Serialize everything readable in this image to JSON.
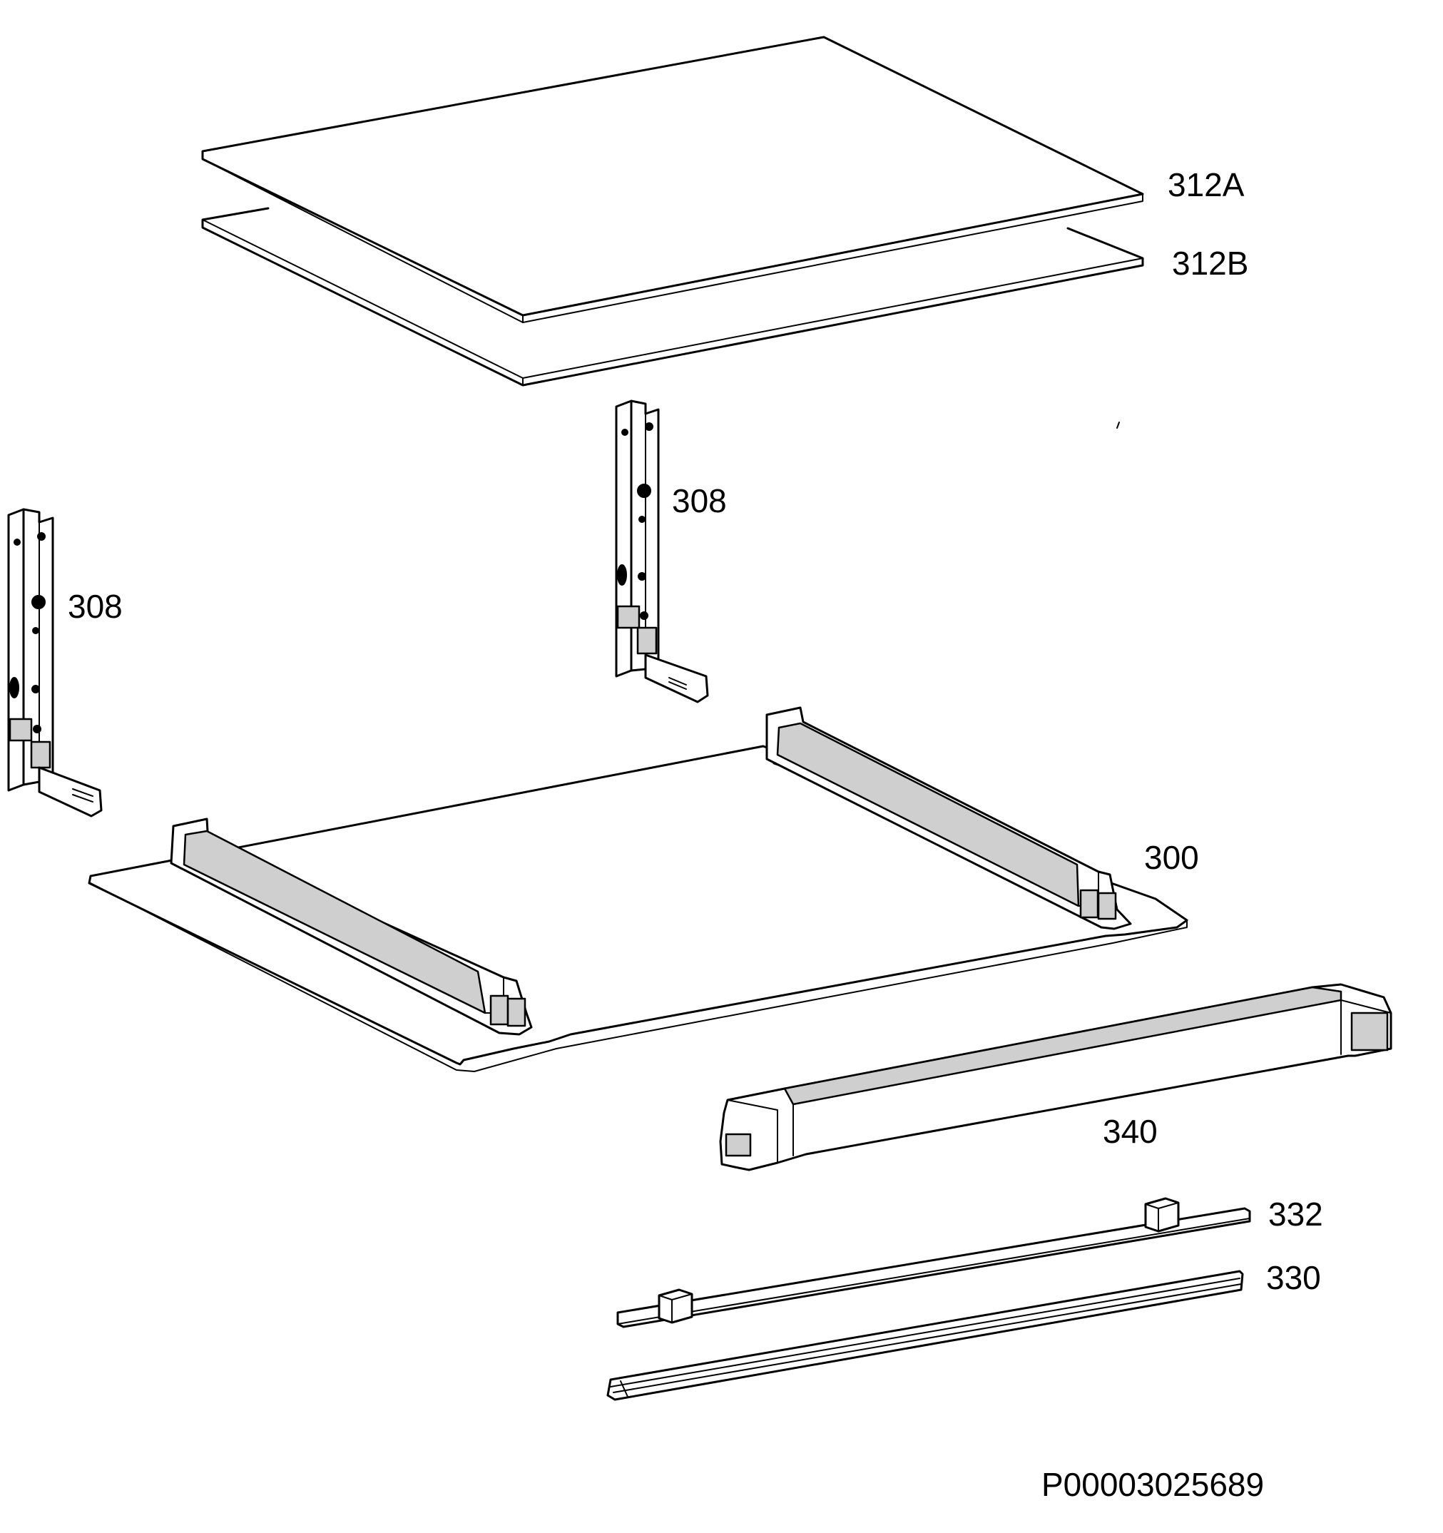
{
  "diagram": {
    "labels": {
      "glass_outer": "312A",
      "glass_inner": "312B",
      "hinge_right": "308",
      "hinge_left": "308",
      "door_panel": "300",
      "handle": "340",
      "strip_upper": "332",
      "strip_lower": "330"
    },
    "drawing_code": "P00003025689"
  }
}
